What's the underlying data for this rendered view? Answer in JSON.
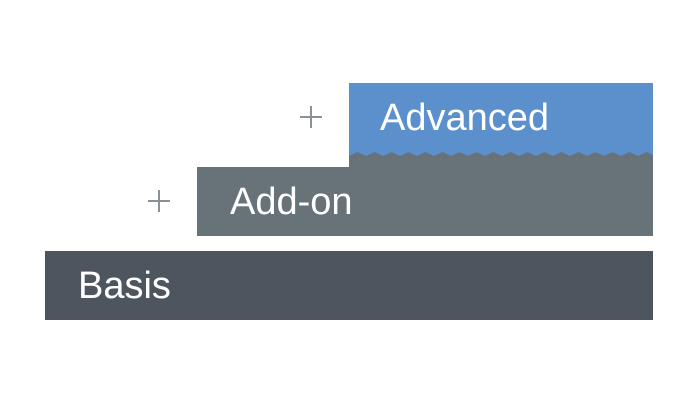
{
  "tiers": {
    "basis": {
      "label": "Basis",
      "color": "#4d565e"
    },
    "addon": {
      "label": "Add-on",
      "color": "#687379"
    },
    "advanced": {
      "label": "Advanced",
      "color": "#5b90cd"
    }
  },
  "connector_color": "#8a9096",
  "icons": [
    "plus-icon",
    "plus-icon"
  ]
}
